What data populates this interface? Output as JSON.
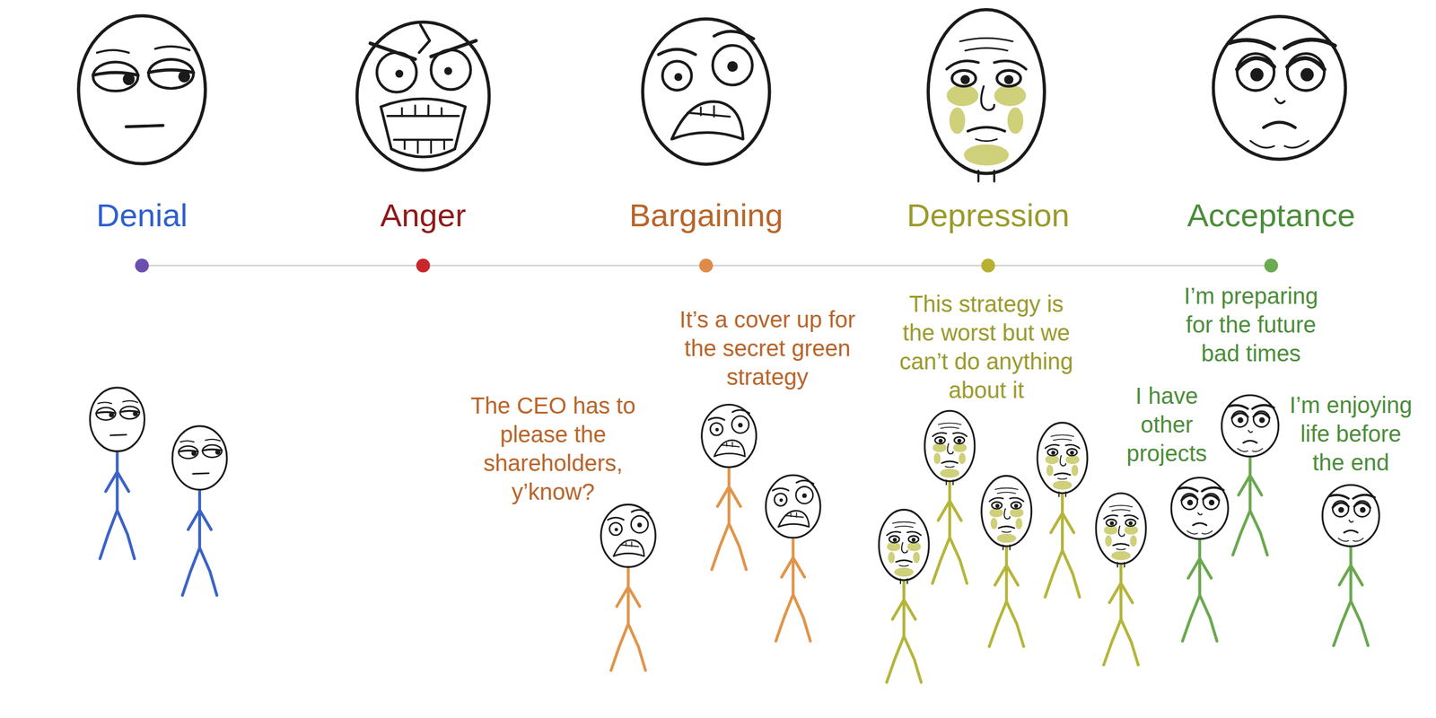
{
  "diagram": {
    "labels": [
      "Denial",
      "Anger",
      "Bargaining",
      "Depression",
      "Acceptance",
      "The CEO has to please the shareholders, y’know?",
      "It’s a cover up for the secret green strategy",
      "This strategy is the worst but we can’t do anything about it",
      "I’m preparing for the future bad times",
      "I have other projects",
      "I’m enjoying life before the end"
    ]
  }
}
